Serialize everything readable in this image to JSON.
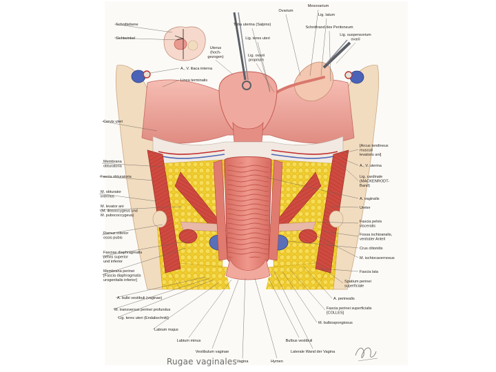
{
  "caption": "Rugae vaginales",
  "colors": {
    "background": "#ffffff",
    "plate": "#fbfaf7",
    "tissue_pink": "#e99a90",
    "tissue_dark": "#c55a52",
    "fat_yellow": "#f3d23a",
    "muscle_red": "#c8403a",
    "bone": "#f1dcc0",
    "vein_blue": "#4a63b8",
    "artery_red": "#c02a2a",
    "caption_gray": "#6b6b6b"
  },
  "icons": {
    "inset": "pelvis-section-inset-icon",
    "forceps_left": "forceps-icon",
    "forceps_right": "forceps-icon",
    "signature": "artist-signature-icon"
  },
  "labels": {
    "left": [
      {
        "name": "label-schnittebene",
        "lines": [
          "Schnittebene"
        ]
      },
      {
        "name": "label-sichtwinkel",
        "lines": [
          "Sichtwinkel"
        ]
      },
      {
        "name": "label-a-v-iliaca-interna",
        "lines": [
          "A., V. iliaca interna"
        ]
      },
      {
        "name": "label-linea-terminalis",
        "lines": [
          "Linea terminalis"
        ]
      },
      {
        "name": "label-cervix-uteri",
        "lines": [
          "Cervix uteri"
        ]
      },
      {
        "name": "label-membrana-obturatoria",
        "lines": [
          "Membrana",
          "obturatoria"
        ]
      },
      {
        "name": "label-fascia-obturatoria",
        "lines": [
          "Fascia obturatoria"
        ]
      },
      {
        "name": "label-m-obturator-internus",
        "lines": [
          "M. obturator",
          "internus"
        ]
      },
      {
        "name": "label-m-levator-ani",
        "lines": [
          "M. levator ani",
          "(M. iliococcygeus und",
          "M. pubococcygeus)"
        ]
      },
      {
        "name": "label-ramus-inferior-ossis-pubis",
        "lines": [
          "Ramus inferior",
          "ossis pubis"
        ]
      },
      {
        "name": "label-fasciae-diaphragmatis-pelvis",
        "lines": [
          "Fasciae diaphragmatis",
          "pelvis superior",
          "und inferior"
        ]
      },
      {
        "name": "label-membrana-perinei",
        "lines": [
          "Membrana perinei",
          "[Fascia diaphragmatis",
          "urogenitalis inferior]"
        ]
      },
      {
        "name": "label-a-bulbi-vestibuli",
        "lines": [
          "A. bulbi vestibuli (vaginae)"
        ]
      },
      {
        "name": "label-m-transversus-perinei-profundus",
        "lines": [
          "M. transversus perinei profundus"
        ]
      },
      {
        "name": "label-lig-teres-uteri-endabschnitt",
        "lines": [
          "Lig. teres uteri (Endabschnitt)"
        ]
      },
      {
        "name": "label-labium-majus",
        "lines": [
          "Labium majus"
        ]
      }
    ],
    "top": [
      {
        "name": "label-mesovarium",
        "lines": [
          "Mesovarium"
        ]
      },
      {
        "name": "label-ovarium",
        "lines": [
          "Ovarium"
        ]
      },
      {
        "name": "label-tuba-uterina",
        "lines": [
          "Tuba uterina (Salpinx)"
        ]
      },
      {
        "name": "label-lig-latum",
        "lines": [
          "Lig. latum"
        ]
      },
      {
        "name": "label-schnittrand-peritoneum",
        "lines": [
          "Schnittrand des Peritoneum"
        ]
      },
      {
        "name": "label-lig-teres-uteri",
        "lines": [
          "Lig. teres uteri"
        ]
      },
      {
        "name": "label-uterus",
        "lines": [
          "Uterus",
          "(hoch-",
          "gezogen)"
        ]
      },
      {
        "name": "label-lig-ovarii-proprium",
        "lines": [
          "Lig. ovarii",
          "proprium"
        ]
      },
      {
        "name": "label-lig-suspensorium-ovarii",
        "lines": [
          "Lig. suspensorium",
          "ovarii"
        ]
      }
    ],
    "right": [
      {
        "name": "label-arcus-tendineus",
        "lines": [
          "[Arcus tendineus",
          "musculi",
          "levatoris ani]"
        ]
      },
      {
        "name": "label-a-v-uterina",
        "lines": [
          "A., V. uterina"
        ]
      },
      {
        "name": "label-lig-cardinale",
        "lines": [
          "Lig. cardinale",
          "(MACKENRODT-",
          "Band)"
        ]
      },
      {
        "name": "label-a-vaginalis",
        "lines": [
          "A. vaginalis"
        ]
      },
      {
        "name": "label-ureter",
        "lines": [
          "Ureter"
        ]
      },
      {
        "name": "label-fascia-pelvis-visceralis",
        "lines": [
          "Fascia pelvis",
          "visceralis"
        ]
      },
      {
        "name": "label-fossa-ischioanalis",
        "lines": [
          "Fossa ischioanalis,",
          "ventraler Anteil"
        ]
      },
      {
        "name": "label-crus-clitoridis",
        "lines": [
          "Crus clitoridis"
        ]
      },
      {
        "name": "label-m-ischiocavernosus",
        "lines": [
          "M. ischiocavernosus"
        ]
      },
      {
        "name": "label-fascia-lata",
        "lines": [
          "Fascia lata"
        ]
      },
      {
        "name": "label-spatium-perinei-superficiale",
        "lines": [
          "Spatium perinei",
          "superficiale"
        ]
      },
      {
        "name": "label-a-perinealis",
        "lines": [
          "A. perinealis"
        ]
      },
      {
        "name": "label-fascia-perinei-superficialis",
        "lines": [
          "Fascia perinei superficialis",
          "[COLLES]"
        ]
      },
      {
        "name": "label-m-bulbospongiosus",
        "lines": [
          "M. bulbospongiosus"
        ]
      }
    ],
    "bottom": [
      {
        "name": "label-labium-minus",
        "lines": [
          "Labium minus"
        ]
      },
      {
        "name": "label-vestibulum-vaginae",
        "lines": [
          "Vestibulum vaginae"
        ]
      },
      {
        "name": "label-vagina",
        "lines": [
          "Vagina"
        ]
      },
      {
        "name": "label-hymen",
        "lines": [
          "Hymen"
        ]
      },
      {
        "name": "label-bulbus-vestibuli",
        "lines": [
          "Bulbus vestibuli"
        ]
      },
      {
        "name": "label-laterale-wand-der-vagina",
        "lines": [
          "Laterale Wand der Vagina"
        ]
      }
    ]
  }
}
